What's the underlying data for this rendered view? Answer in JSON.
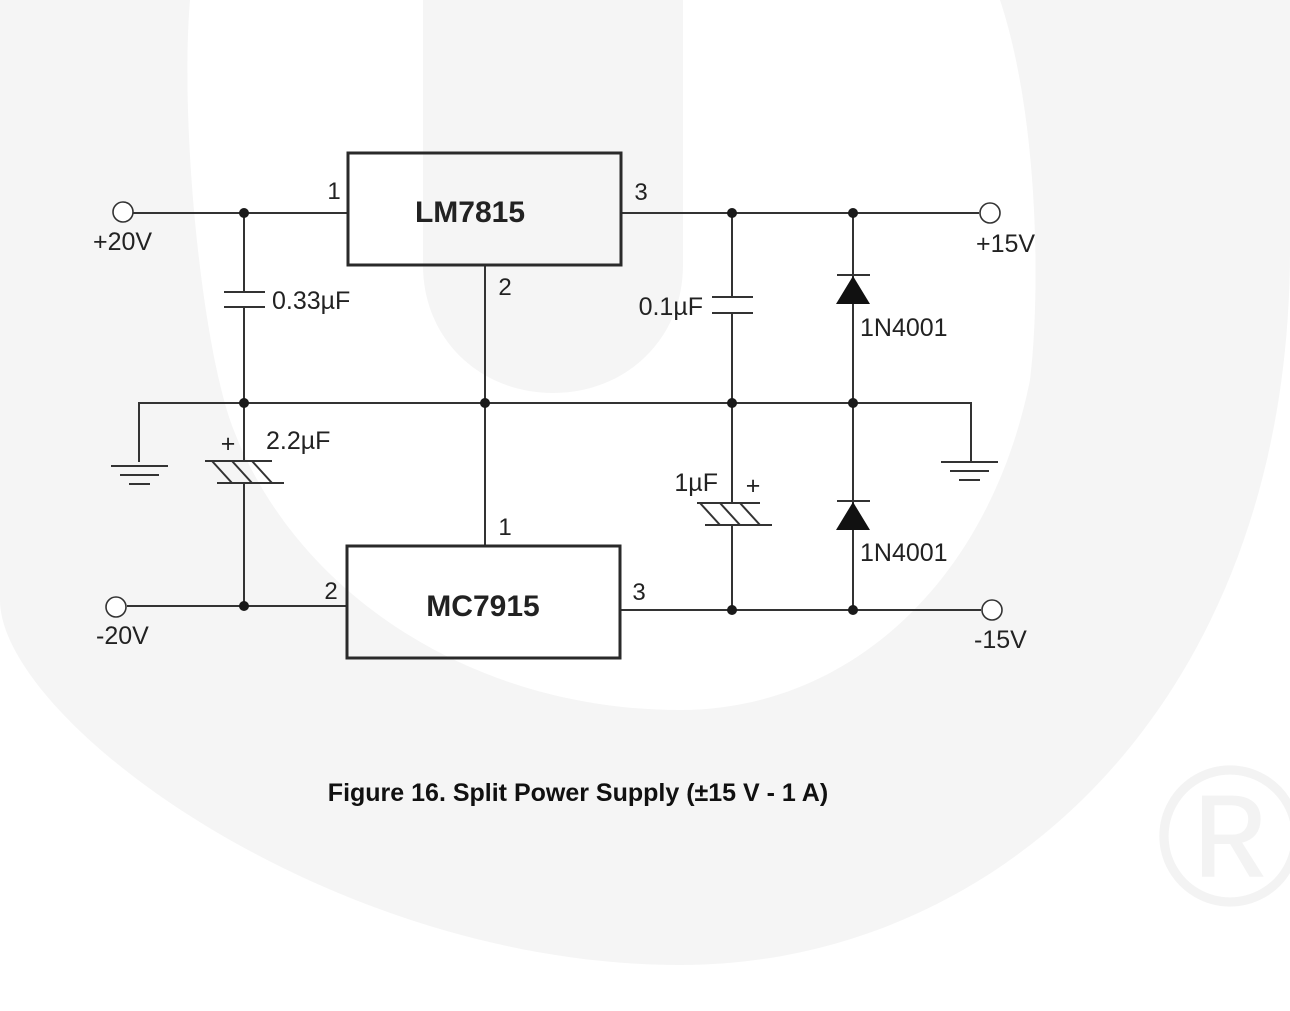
{
  "figure": {
    "caption": "Figure 16. Split Power Supply (±15 V - 1 A)"
  },
  "components": {
    "regulator_pos": {
      "name": "LM7815",
      "pins": {
        "in": "1",
        "gnd": "2",
        "out": "3"
      }
    },
    "regulator_neg": {
      "name": "MC7915",
      "pins": {
        "gnd": "1",
        "in": "2",
        "out": "3"
      }
    },
    "c_in_pos": {
      "value": "0.33µF"
    },
    "c_in_neg": {
      "value": "2.2µF",
      "polarity": "+"
    },
    "c_out_pos": {
      "value": "0.1µF"
    },
    "c_out_neg": {
      "value": "1µF",
      "polarity": "+"
    },
    "d_pos": {
      "part": "1N4001"
    },
    "d_neg": {
      "part": "1N4001"
    }
  },
  "terminals": {
    "in_pos": "+20V",
    "in_neg": "-20V",
    "out_pos": "+15V",
    "out_neg": "-15V"
  },
  "watermark": {
    "registered_mark": "®"
  }
}
